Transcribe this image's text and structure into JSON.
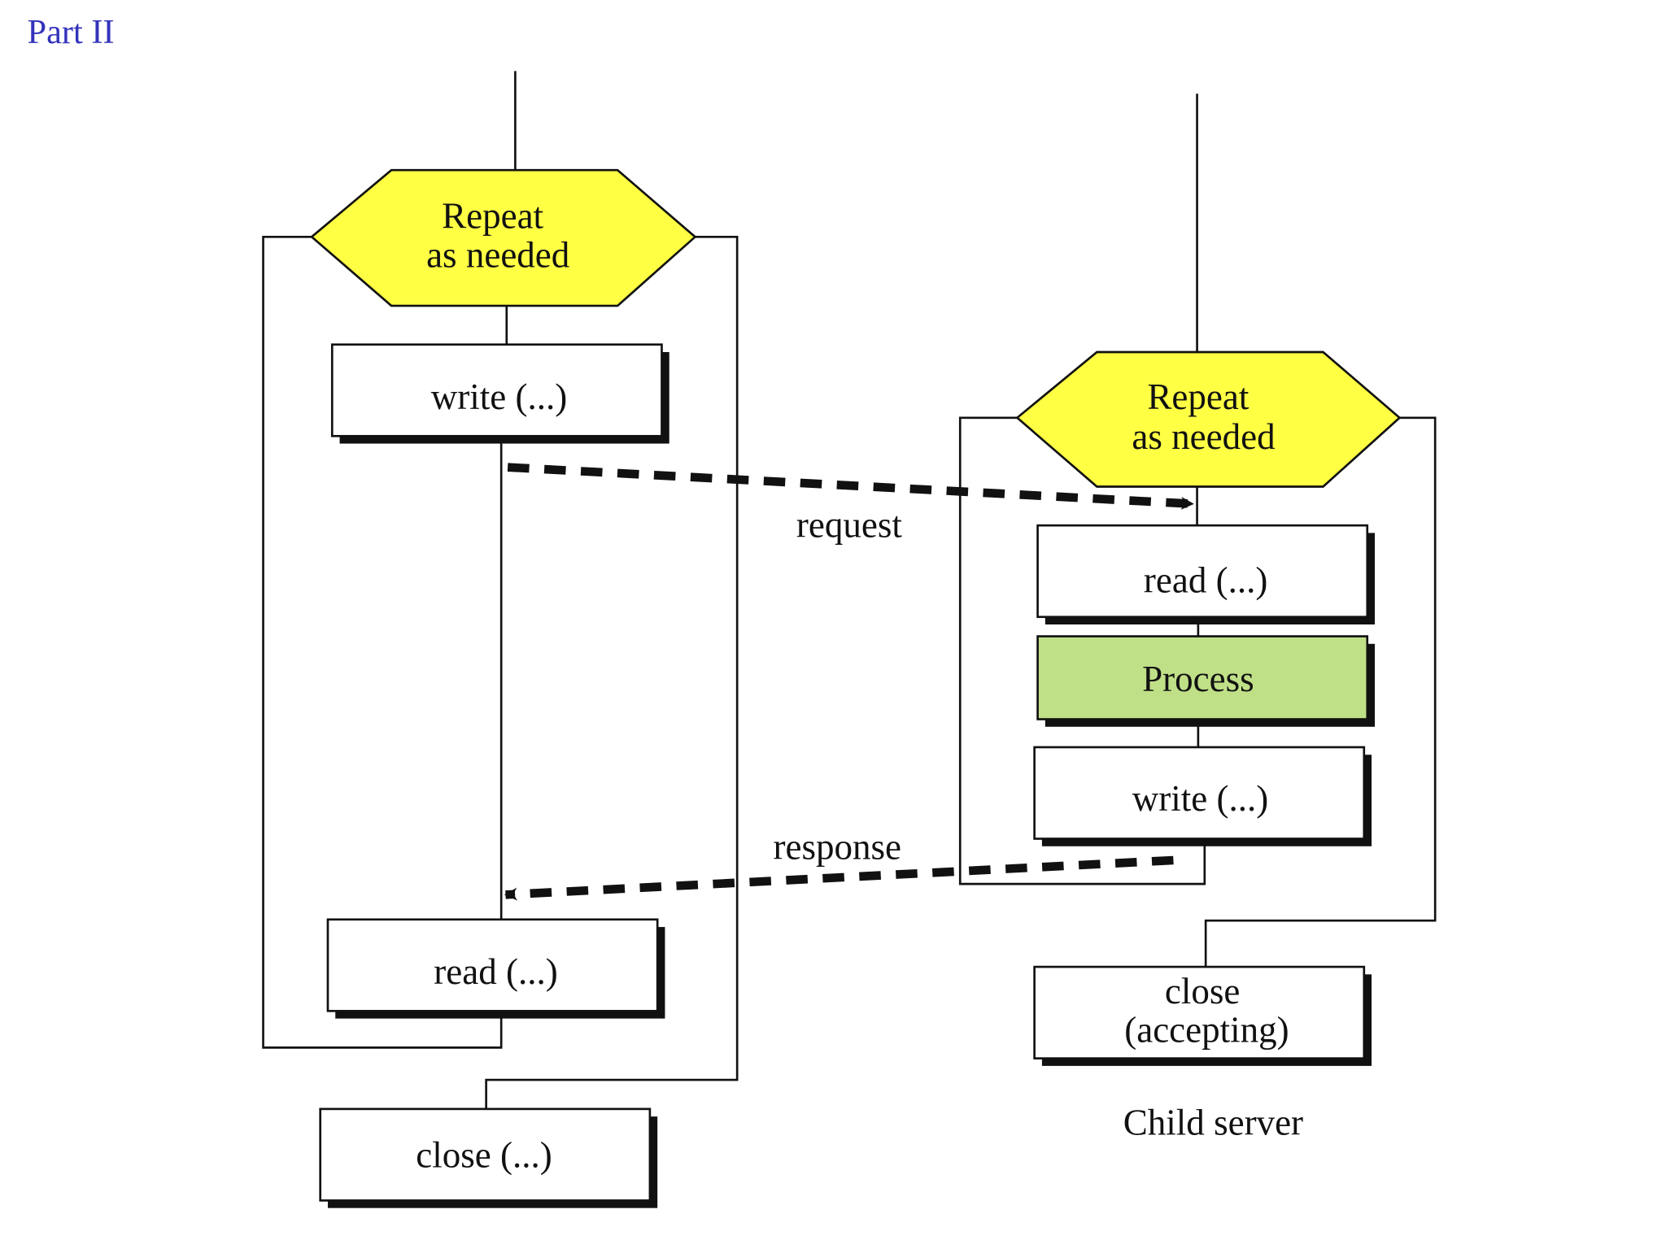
{
  "header": {
    "part_label": "Part II"
  },
  "client": {
    "repeat": {
      "line1": "Repeat",
      "line2": "as needed"
    },
    "write": "write (...)",
    "read": "read (...)",
    "close": "close (...)"
  },
  "server": {
    "repeat": {
      "line1": "Repeat",
      "line2": "as needed"
    },
    "read": "read (...)",
    "process": "Process",
    "write": "write (...)",
    "close": {
      "line1": "close",
      "line2": "(accepting)"
    },
    "caption": "Child server"
  },
  "messages": {
    "request": "request",
    "response": "response"
  },
  "colors": {
    "hexagon_fill": "#FFFF44",
    "process_fill": "#C0E088",
    "part_label": "#3333BB",
    "stroke": "#111111",
    "box_fill": "#FFFFFF"
  }
}
